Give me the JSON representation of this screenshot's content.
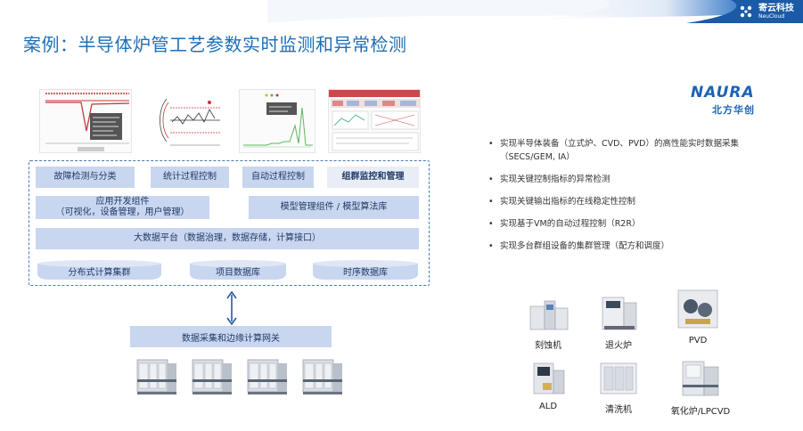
{
  "brand": {
    "name_cn": "寄云科技",
    "name_en": "NeuCloud"
  },
  "title": "案例：半导体炉管工艺参数实时监测和异常检测",
  "architecture": {
    "row1": [
      "故障检测与分类",
      "统计过程控制",
      "自动过程控制",
      "组群监控和管理"
    ],
    "row2_left": "应用开发组件\n（可视化，设备管理，用户管理）",
    "row2_right": "模型管理组件 / 模型算法库",
    "row3": "大数据平台（数据治理，数据存储，计算接口）",
    "row4": [
      "分布式计算集群",
      "项目数据库",
      "时序数据库"
    ]
  },
  "gateway": "数据采集和边缘计算网关",
  "partner": {
    "name_en": "NAURA",
    "name_cn": "北方华创"
  },
  "bullets": [
    "实现半导体装备（立式炉、CVD、PVD）的高性能实时数据采集（SECS/GEM, IA）",
    "实现关键控制指标的异常检测",
    "实现关键输出指标的在线稳定性控制",
    "实现基于VM的自动过程控制（R2R）",
    "实现多台群组设备的集群管理（配方和调度）"
  ],
  "equipment": [
    "刻蚀机",
    "退火炉",
    "PVD",
    "ALD",
    "清洗机",
    "氧化炉/LPCVD"
  ],
  "colors": {
    "title": "#1d6fb8",
    "block": "#c8d6ef",
    "block_text": "#213a66",
    "dashed_border": "#4a78b5",
    "brand_blue": "#1d62b4"
  }
}
